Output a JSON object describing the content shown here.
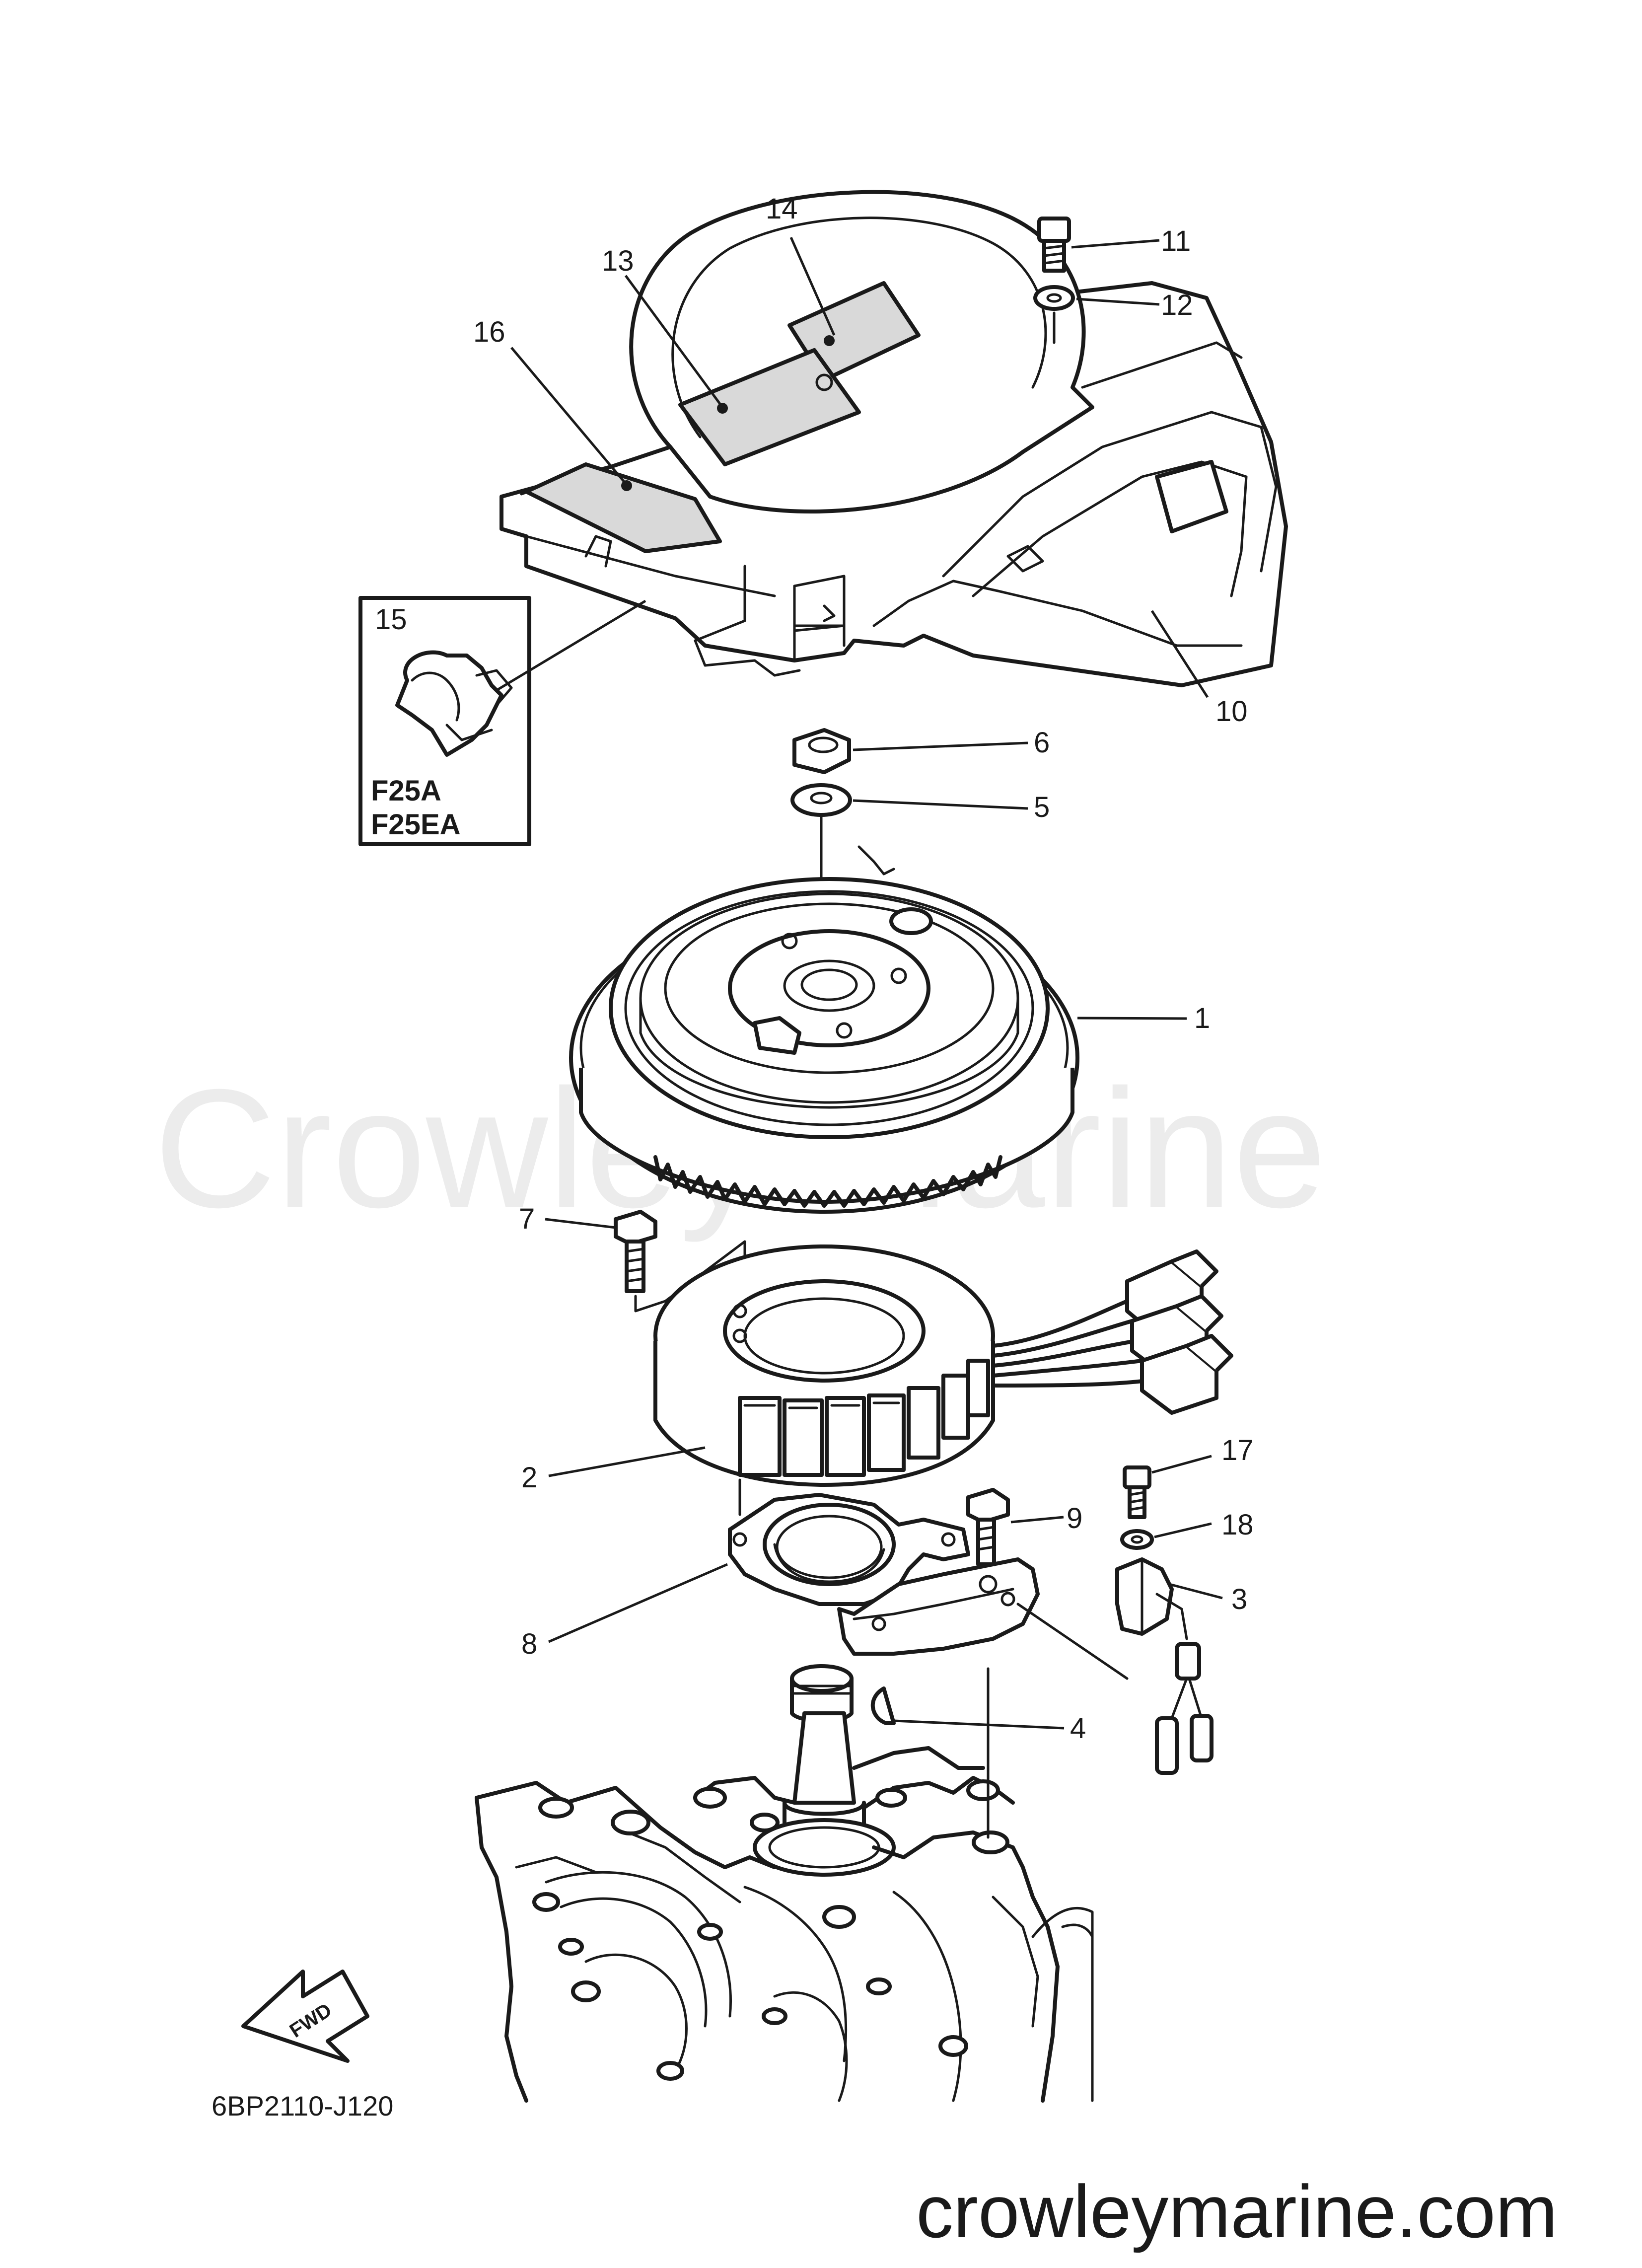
{
  "watermark": "Crowley Marine",
  "site_url": "crowleymarine.com",
  "diagram_code": "6BP2110-J120",
  "fwd_label": "FWD",
  "inset_box": {
    "part_number": "15",
    "models": [
      "F25A",
      "F25EA"
    ]
  },
  "callouts": [
    "1",
    "2",
    "3",
    "4",
    "5",
    "6",
    "7",
    "8",
    "9",
    "10",
    "11",
    "12",
    "13",
    "14",
    "16",
    "17",
    "18"
  ]
}
